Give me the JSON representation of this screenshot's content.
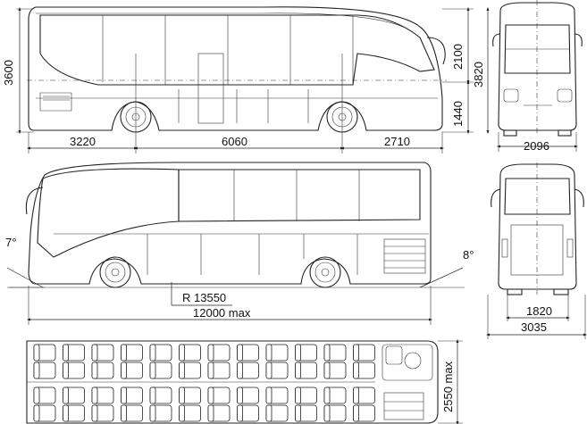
{
  "dimensions": {
    "side_top": {
      "height_total": "3600",
      "upper_height": "2100",
      "overall_height": "3820",
      "lower_height": "1440",
      "front_overhang": "3220",
      "wheelbase": "6060",
      "rear_overhang": "2710"
    },
    "front_view": {
      "width": "2096"
    },
    "side_bottom": {
      "approach_angle": "7°",
      "departure_angle": "8°",
      "turning_radius": "R 13550",
      "overall_length": "12000 max"
    },
    "rear_view": {
      "track_width": "1820",
      "overall_width": "3035"
    },
    "plan_view": {
      "width": "2550 max"
    }
  },
  "plan_view": {
    "seat_columns": 12,
    "seat_rows_per_side": 2
  }
}
